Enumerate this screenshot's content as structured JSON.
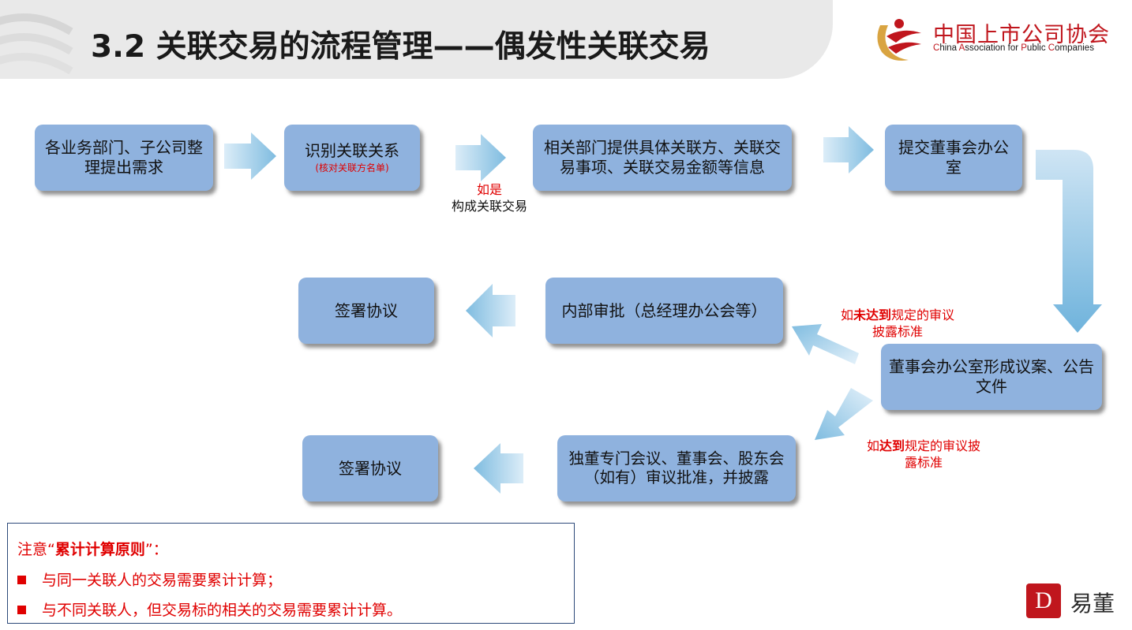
{
  "header": {
    "title": "3.2 关联交易的流程管理——偶发性关联交易",
    "logo_cn": "中国上市公司协会",
    "logo_en_parts": [
      "C",
      "hina ",
      "A",
      "ssociation for ",
      "P",
      "ublic ",
      "C",
      "ompanies"
    ]
  },
  "flow": {
    "box1": "各业务部门、子公司整理提出需求",
    "box2": "识别关联关系",
    "box2_sub": "(核对关联方名单)",
    "note_if": "如是",
    "note_constitutes": "构成关联交易",
    "box3": "相关部门提供具体关联方、关联交易事项、关联交易金额等信息",
    "box4": "提交董事会办公室",
    "box5": "董事会办公室形成议案、公告文件",
    "note_not_reach_1": "如",
    "note_not_reach_bold": "未达到",
    "note_not_reach_2": "规定的审议",
    "note_not_reach_3": "披露标准",
    "note_reach_1": "如",
    "note_reach_bold": "达到",
    "note_reach_2": "规定的审议披",
    "note_reach_3": "露标准",
    "box6": "内部审批（总经理办公会等）",
    "box7": "签署协议",
    "box8": "独董专门会议、董事会、股东会（如有）审议批准，并披露",
    "box9": "签署协议"
  },
  "notice": {
    "title_prefix": "注意“",
    "title_bold": "累计计算原则",
    "title_suffix": "”：",
    "items": [
      "与同一关联人的交易需要累计计算；",
      "与不同关联人，但交易标的相关的交易需要累计计算。"
    ]
  },
  "brand": {
    "badge": "D",
    "name": "易董"
  },
  "colors": {
    "box_fill": "#8fb2de",
    "arrow": "#8ec3e2",
    "accent_red": "#e00000",
    "header_band": "#e9e9e9"
  }
}
